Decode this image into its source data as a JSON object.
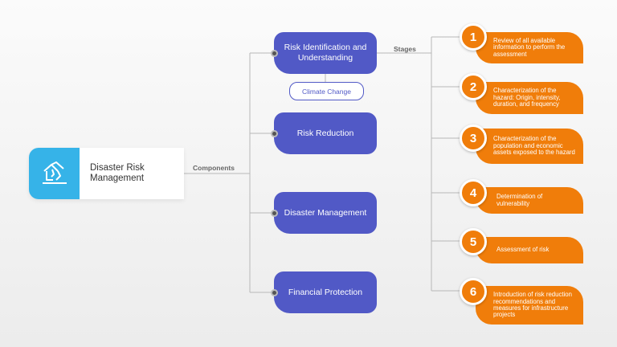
{
  "root": {
    "label": "Disaster Risk Management",
    "icon": "collapsed-house-icon"
  },
  "edges": {
    "components_label": "Components",
    "stages_label": "Stages"
  },
  "components": [
    "Risk Identification and Understanding",
    "Risk Reduction",
    "Disaster Management",
    "Financial Protection"
  ],
  "sub": {
    "climate_change": "Climate Change"
  },
  "stages": [
    {
      "num": "1",
      "text": "Review of all available information to perform the assessment"
    },
    {
      "num": "2",
      "text": "Characterization of the hazard: Origin, intensity, duration, and frequency"
    },
    {
      "num": "3",
      "text": "Characterization of the population and economic assets exposed to the hazard"
    },
    {
      "num": "4",
      "text": "Determination of vulnerability"
    },
    {
      "num": "5",
      "text": "Assessment of risk"
    },
    {
      "num": "6",
      "text": "Introduction of risk reduction recommendations and measures for infrastructure projects"
    }
  ],
  "colors": {
    "blue": "#36b3e8",
    "purple": "#5159c6",
    "orange": "#f07d0a"
  }
}
